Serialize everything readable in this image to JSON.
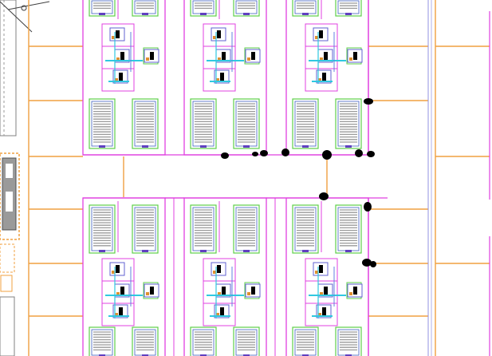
{
  "drawing": {
    "colors": {
      "background": "#ffffff",
      "block_outline": "#e040e0",
      "unit_outline": "#5ecf4a",
      "rack_fill": "#ffffff",
      "rack_stripe": "#9a9a9a",
      "road": "#f0a040",
      "cable": "#30c8e0",
      "equipment": "#6060d0",
      "equipment_accent": "#e09030",
      "marker": "#000000",
      "boundary": "#9090e0",
      "site_gray": "#808080"
    },
    "blocks": [
      {
        "name": "block-top-left"
      },
      {
        "name": "block-top-middle"
      },
      {
        "name": "block-top-right"
      },
      {
        "name": "block-bottom-left"
      },
      {
        "name": "block-bottom-middle"
      },
      {
        "name": "block-bottom-right"
      }
    ],
    "markers_count_hint": "black-blobs"
  }
}
